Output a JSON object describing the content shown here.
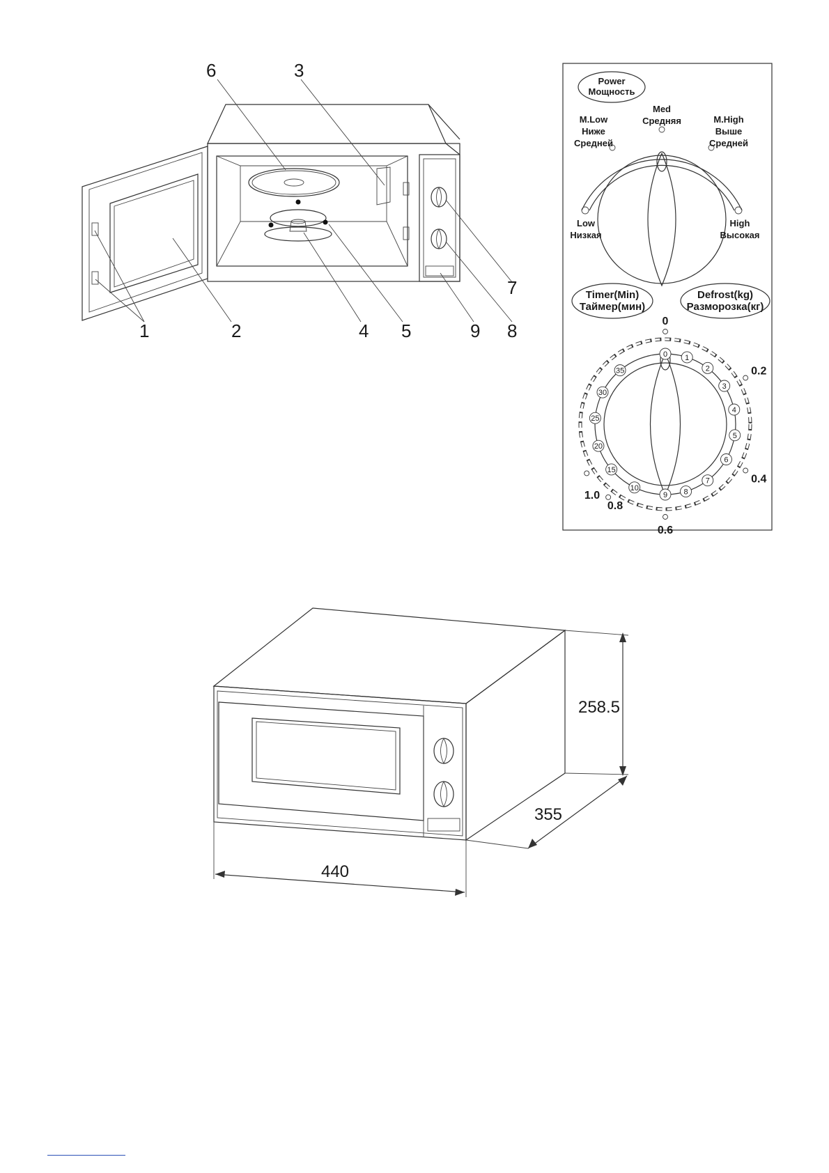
{
  "callouts": [
    "1",
    "2",
    "3",
    "4",
    "5",
    "6",
    "7",
    "8",
    "9"
  ],
  "power_panel": {
    "title": [
      "Power",
      "Мощность"
    ],
    "low": [
      "Low",
      "Низкая"
    ],
    "mlow": [
      "M.Low",
      "Ниже",
      "Средней"
    ],
    "med": [
      "Med",
      "Средняя"
    ],
    "mhigh": [
      "M.High",
      "Выше",
      "Средней"
    ],
    "high": [
      "High",
      "Высокая"
    ]
  },
  "timer_panel": {
    "timer_title": [
      "Timer(Min)",
      "Таймер(мин)"
    ],
    "defrost_title": [
      "Defrost(kg)",
      "Разморозка(кг)"
    ],
    "minute_ticks": [
      "0",
      "1",
      "2",
      "3",
      "4",
      "5",
      "6",
      "7",
      "8",
      "9",
      "10",
      "15",
      "20",
      "25",
      "30",
      "35"
    ],
    "defrost_ticks": [
      "0",
      "0.2",
      "0.4",
      "0.6",
      "0.8",
      "1.0"
    ]
  },
  "dimensions": {
    "height": "258.5",
    "depth": "355",
    "width": "440"
  }
}
